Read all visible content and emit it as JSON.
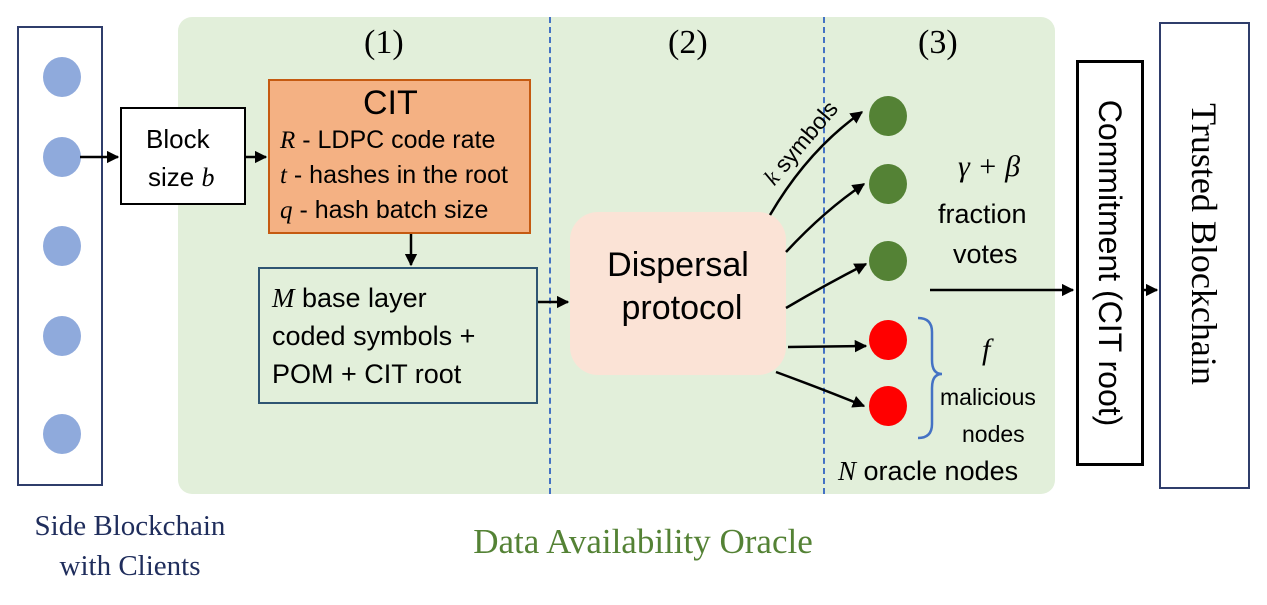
{
  "sections": {
    "s1": "(1)",
    "s2": "(2)",
    "s3": "(3)"
  },
  "side_chain": {
    "line1": "Side Blockchain",
    "line2": "with Clients"
  },
  "block": {
    "line1": "Block",
    "line2_prefix": "size ",
    "line2_var": "b"
  },
  "cit": {
    "title": "CIT",
    "r_var": "R",
    "r_text": " - LDPC code rate",
    "t_var": "t",
    "t_text": "  - hashes in the root",
    "q_var": "q",
    "q_text": " - hash batch size"
  },
  "mbox": {
    "var": "M",
    "line1": " base layer",
    "line2": "coded symbols +",
    "line3": "POM + CIT root"
  },
  "dispersal": {
    "line1": "Dispersal",
    "line2": "protocol"
  },
  "k_label": {
    "var": "k",
    "text": " symbols"
  },
  "votes": {
    "formula": "γ + β",
    "line1": "fraction",
    "line2": "votes"
  },
  "malicious": {
    "var": "f",
    "line1": "malicious",
    "line2": "nodes"
  },
  "nodes_label": {
    "var": "N",
    "text": " oracle nodes"
  },
  "commitment": "Commitment (CIT root)",
  "trusted": "Trusted Blockchain",
  "oracle_title": "Data Availability Oracle",
  "colors": {
    "oracle_bg": "#e2efda",
    "cit_fill": "#f4b183",
    "dispersal_fill": "#fbe3d6",
    "honest_node": "#548235",
    "malicious_node": "#ff0000",
    "client": "#8faadc",
    "divider": "#4472c4",
    "oracle_title": "#548235",
    "side_title": "#1f2d5c"
  }
}
